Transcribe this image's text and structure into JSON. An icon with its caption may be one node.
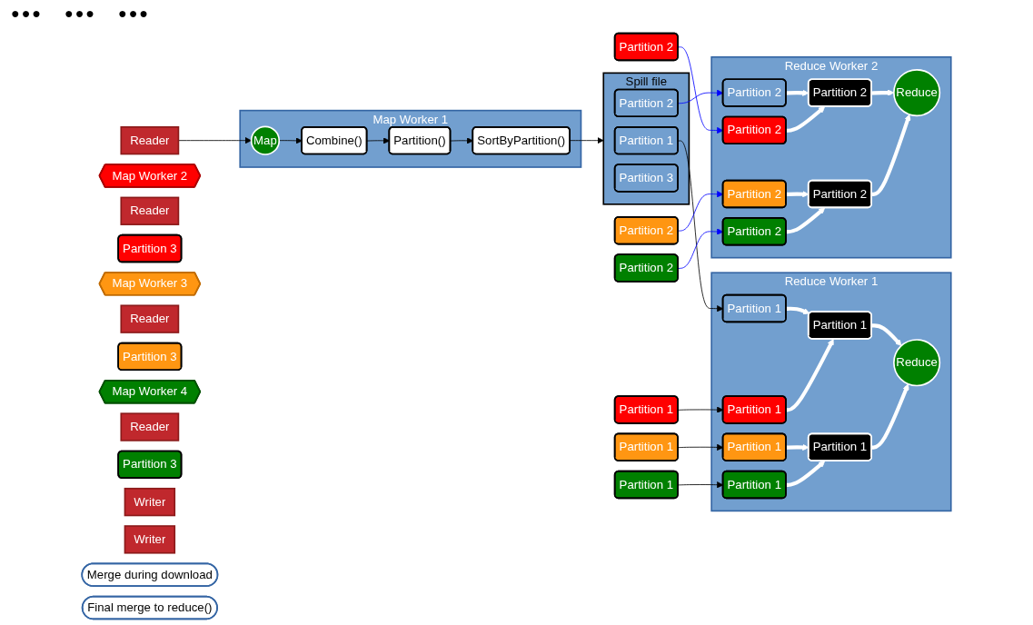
{
  "diagram": {
    "nodes": [
      {
        "text": [
          "Map Worker 1"
        ]
      },
      {
        "text": [
          "Map"
        ],
        "in": 0
      },
      {
        "text": [
          "Combine()"
        ],
        "in": 0
      },
      {
        "text": [
          "Partition()"
        ],
        "in": 0
      },
      {
        "text": [
          "SortByPartition()"
        ],
        "in": 0
      },
      {
        "text": [
          "Spill file"
        ]
      },
      {
        "text": [
          "Partition 1"
        ],
        "in": 5
      },
      {
        "text": [
          "Partition 2"
        ],
        "in": 5
      },
      {
        "text": [
          "Partition 3"
        ],
        "in": 5
      },
      {
        "text": [
          "Reader"
        ]
      },
      {
        "text": [
          "Map Worker 2"
        ]
      },
      {
        "text": [
          "Reader"
        ]
      },
      {
        "text": [
          "Partition 1"
        ]
      },
      {
        "text": [
          "Partition 2"
        ]
      },
      {
        "text": [
          "Partition 3"
        ]
      },
      {
        "text": [
          "Map Worker 3"
        ]
      },
      {
        "text": [
          "Reader"
        ]
      },
      {
        "text": [
          "Partition 1"
        ]
      },
      {
        "text": [
          "Partition 2"
        ]
      },
      {
        "text": [
          "Partition 3"
        ]
      },
      {
        "text": [
          "Map Worker 4"
        ]
      },
      {
        "text": [
          "Reader"
        ]
      },
      {
        "text": [
          "Partition 1"
        ]
      },
      {
        "text": [
          "Partition 2"
        ]
      },
      {
        "text": [
          "Partition 3"
        ]
      },
      {
        "text": [
          "Reduce Worker 1"
        ]
      },
      {
        "text": [
          "Partition 1"
        ],
        "in": 25
      },
      {
        "text": [
          "Partition 1"
        ],
        "in": 25
      },
      {
        "text": [
          "Partition 1"
        ],
        "in": 25
      },
      {
        "text": [
          "Partition 1"
        ],
        "in": 25
      },
      {
        "text": [
          "Partition 1"
        ],
        "in": 25
      },
      {
        "text": [
          "Partition 1"
        ],
        "in": 25
      },
      {
        "text": [
          "Reduce"
        ],
        "in": 25
      },
      {
        "text": [
          "Writer"
        ]
      },
      {
        "text": [
          "Reduce Worker 2"
        ]
      },
      {
        "text": [
          "Partition 2"
        ],
        "in": 34
      },
      {
        "text": [
          "Partition 2"
        ],
        "in": 34
      },
      {
        "text": [
          "Partition 2"
        ],
        "in": 34
      },
      {
        "text": [
          "Partition 2"
        ],
        "in": 34
      },
      {
        "text": [
          "Partition 2"
        ],
        "in": 34
      },
      {
        "text": [
          "Partition 2"
        ],
        "in": 34
      },
      {
        "text": [
          "Reduce"
        ],
        "in": 34
      },
      {
        "text": [
          "Writer"
        ]
      },
      {
        "text": [
          "Merge during download"
        ]
      },
      {
        "text": [
          "Final merge to reduce()"
        ]
      }
    ],
    "edges": [
      {
        "from": 9,
        "to": 1,
        "arrow": "to",
        "color": "#000000"
      },
      {
        "from": 1,
        "to": 2,
        "arrow": "to",
        "color": "#000000"
      },
      {
        "from": 2,
        "to": 3,
        "arrow": "to",
        "color": "#000000"
      },
      {
        "from": 3,
        "to": 4,
        "arrow": "to",
        "color": "#000000"
      },
      {
        "from": 4,
        "to": 5,
        "arrow": "to",
        "color": "#000000"
      },
      {
        "from": 6,
        "to": 26,
        "arrow": "to",
        "color": "#000000"
      },
      {
        "from": 7,
        "to": 35,
        "arrow": "to",
        "color": "#0000ff"
      },
      {
        "from": 12,
        "to": 27,
        "arrow": "to",
        "color": "#000000"
      },
      {
        "from": 13,
        "to": 36,
        "arrow": "to",
        "color": "#0000ff"
      },
      {
        "from": 17,
        "to": 28,
        "arrow": "to",
        "color": "#000000"
      },
      {
        "from": 18,
        "to": 37,
        "arrow": "to",
        "color": "#0000ff"
      },
      {
        "from": 22,
        "to": 29,
        "arrow": "to",
        "color": "#000000"
      },
      {
        "from": 23,
        "to": 38,
        "arrow": "to",
        "color": "#0000ff"
      },
      {
        "from": 26,
        "to": 30,
        "arrow": "to",
        "style": "thick",
        "color": "#ffffff"
      },
      {
        "from": 27,
        "to": 30,
        "arrow": "to",
        "style": "thick",
        "color": "#ffffff"
      },
      {
        "from": 28,
        "to": 31,
        "arrow": "to",
        "style": "thick",
        "color": "#ffffff"
      },
      {
        "from": 29,
        "to": 31,
        "arrow": "to",
        "style": "thick",
        "color": "#ffffff"
      },
      {
        "from": 30,
        "to": 32,
        "arrow": "to",
        "style": "thick",
        "color": "#ffffff"
      },
      {
        "from": 31,
        "to": 32,
        "arrow": "to",
        "style": "thick",
        "color": "#ffffff"
      },
      {
        "from": 35,
        "to": 39,
        "arrow": "to",
        "style": "thick",
        "color": "#ffffff"
      },
      {
        "from": 36,
        "to": 39,
        "arrow": "to",
        "style": "thick",
        "color": "#ffffff"
      },
      {
        "from": 37,
        "to": 40,
        "arrow": "to",
        "style": "thick",
        "color": "#ffffff"
      },
      {
        "from": 38,
        "to": 40,
        "arrow": "to",
        "style": "thick",
        "color": "#ffffff"
      },
      {
        "from": 39,
        "to": 41,
        "arrow": "to",
        "style": "thick",
        "color": "#ffffff"
      },
      {
        "from": 40,
        "to": 41,
        "arrow": "to",
        "style": "thick",
        "color": "#ffffff"
      }
    ],
    "labels": [
      "●●●",
      "●●●",
      "●●●"
    ]
  }
}
